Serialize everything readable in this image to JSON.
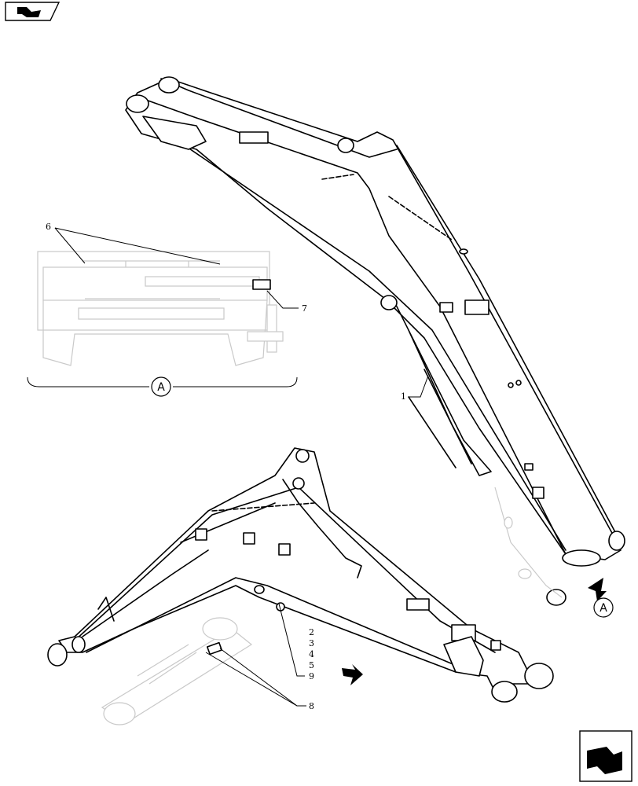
{
  "diagram": {
    "section_label": "A",
    "view_arrow_label": "A",
    "callouts": {
      "c1": "1",
      "c2": "2",
      "c3": "3",
      "c4": "4",
      "c5": "5",
      "c6": "6",
      "c7": "7",
      "c8": "8",
      "c9": "9"
    }
  }
}
